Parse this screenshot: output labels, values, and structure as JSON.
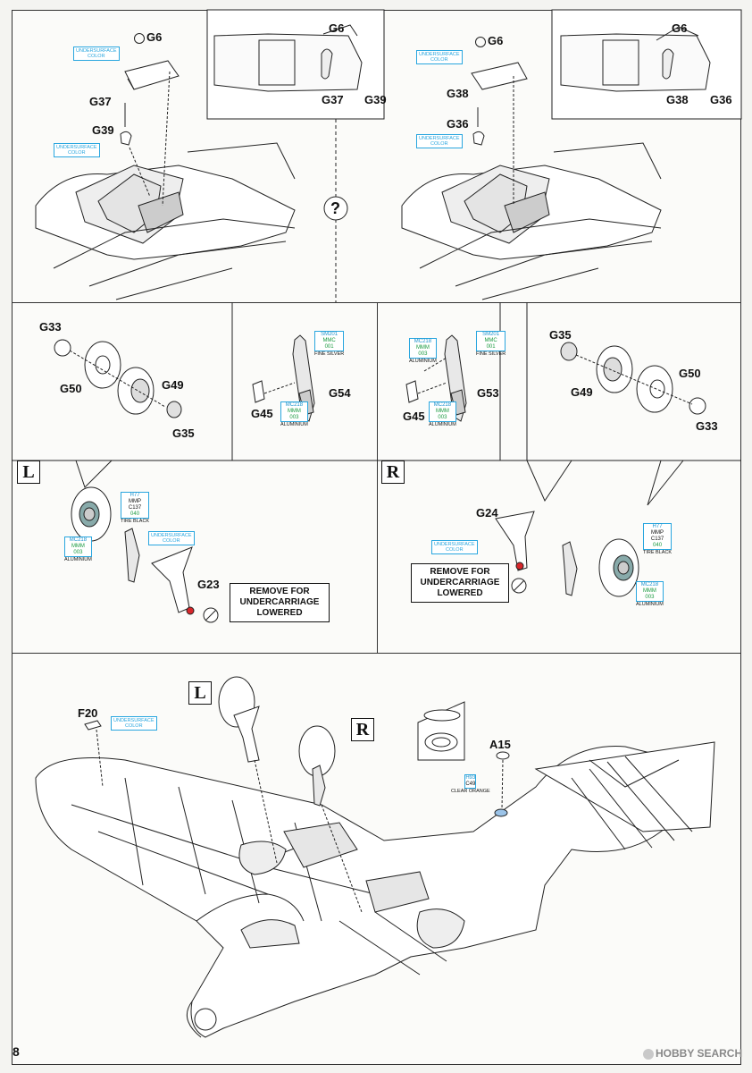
{
  "page_number": "8",
  "watermark": "HOBBY SEARCH",
  "step1": {
    "left": {
      "g6": "G6",
      "underside1": "UNDERSURFACE\nCOLOR",
      "g37": "G37",
      "g39": "G39",
      "underside2": "UNDERSURFACE\nCOLOR",
      "inset_top": "G6",
      "inset_bottom_a": "G37",
      "inset_bottom_b": "G39"
    },
    "right": {
      "g6": "G6",
      "underside1": "UNDERSURFACE\nCOLOR",
      "g38": "G38",
      "g36": "G36",
      "underside2": "UNDERSURFACE\nCOLOR",
      "inset_top": "G6",
      "inset_bottom_a": "G38",
      "inset_bottom_b": "G36"
    },
    "question": "?"
  },
  "step2": {
    "left_wheel": {
      "a": "G33",
      "b": "G50",
      "c": "G49",
      "d": "G35"
    },
    "left_strut": {
      "paint1": {
        "a": "SM201",
        "b": "MMC",
        "c": "001",
        "name": "FINE SILVER"
      },
      "g54": "G54",
      "g45": "G45",
      "paint2": {
        "a": "MC218",
        "b": "MMM",
        "c": "003",
        "name": "ALUMINIUM"
      }
    },
    "right_strut": {
      "paint0": {
        "a": "MC218",
        "b": "MMM",
        "c": "003",
        "name": "ALUMINIUM"
      },
      "paint1": {
        "a": "SM201",
        "b": "MMC",
        "c": "001",
        "name": "FINE SILVER"
      },
      "g53": "G53",
      "g45": "G45",
      "paint2": {
        "a": "MC218",
        "b": "MMM",
        "c": "003",
        "name": "ALUMINIUM"
      }
    },
    "right_wheel": {
      "a": "G35",
      "b": "G49",
      "c": "G50",
      "d": "G33"
    }
  },
  "step3": {
    "left": {
      "side": "L",
      "tire": {
        "a": "H77",
        "b": "MMP",
        "c": "C137",
        "d": "040",
        "name": "TIRE BLACK"
      },
      "alu": {
        "a": "MC218",
        "b": "MMM",
        "c": "003",
        "name": "ALUMINIUM"
      },
      "underside": "UNDERSURFACE\nCOLOR",
      "part": "G23",
      "remove": "REMOVE FOR\nUNDERCARRIAGE\nLOWERED"
    },
    "right": {
      "side": "R",
      "part": "G24",
      "underside": "UNDERSURFACE\nCOLOR",
      "remove": "REMOVE FOR\nUNDERCARRIAGE\nLOWERED",
      "tire": {
        "a": "H77",
        "b": "MMP",
        "c": "C137",
        "d": "040",
        "name": "TIRE BLACK"
      },
      "alu": {
        "a": "MC218",
        "b": "MMM",
        "c": "003",
        "name": "ALUMINIUM"
      }
    }
  },
  "step4": {
    "side_l": "L",
    "side_r": "R",
    "f20": "F20",
    "underside": "UNDERSURFACE\nCOLOR",
    "a15": "A15",
    "clear": {
      "a": "H93",
      "b": "C49",
      "name": "CLEAR ORANGE"
    }
  },
  "colors": {
    "paint_blue": "#1d92cc",
    "paint_green": "#199a3f",
    "red_mark": "#d8262b"
  }
}
